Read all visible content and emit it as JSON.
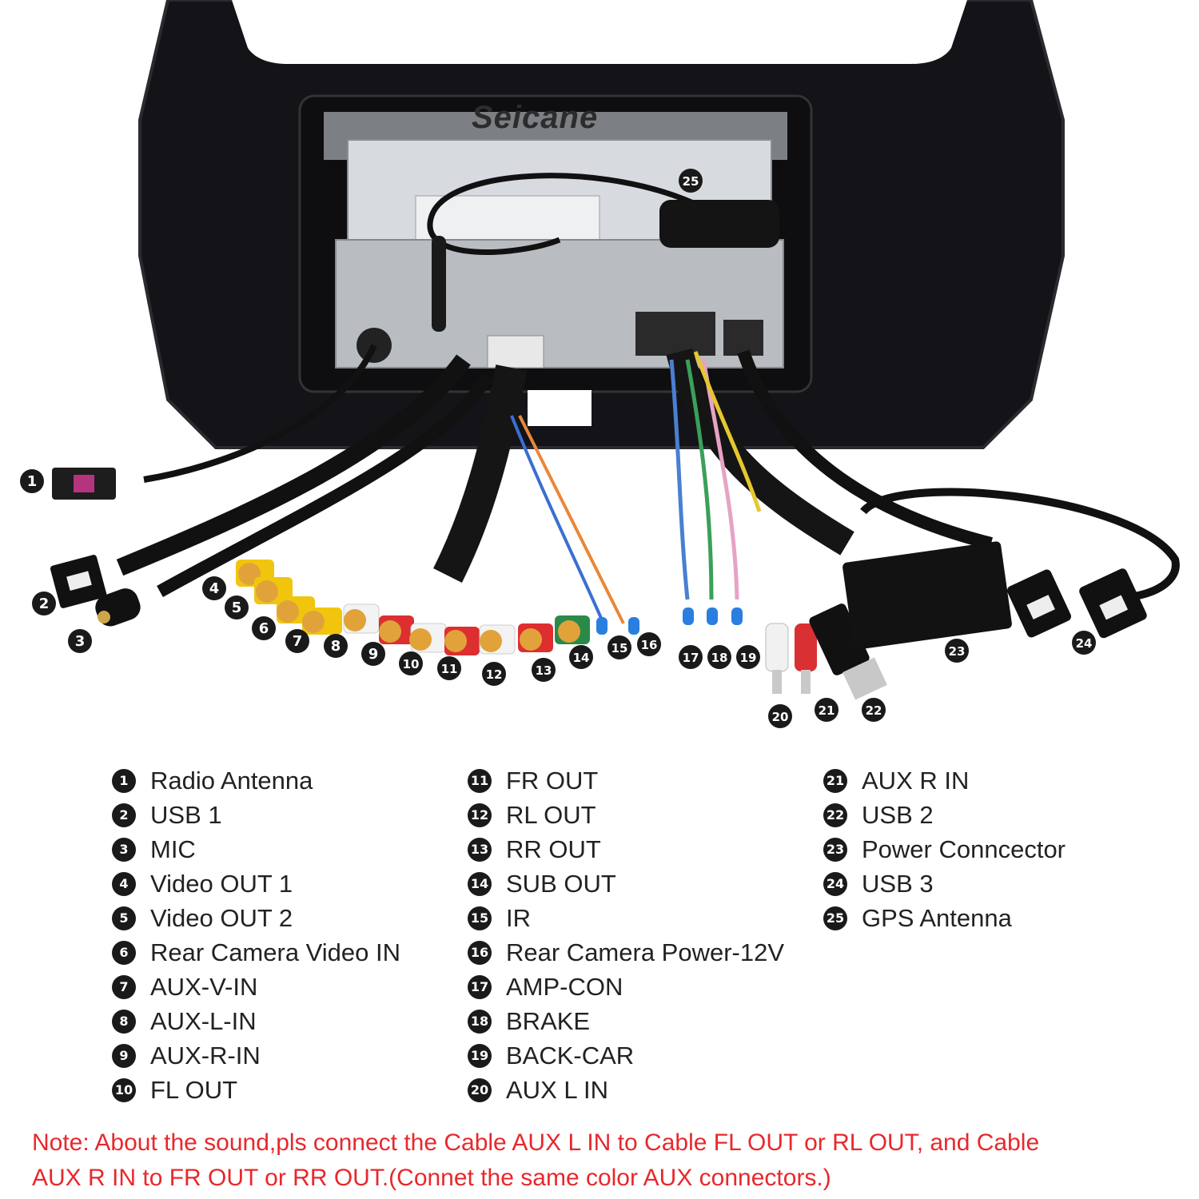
{
  "brand": "Seicane",
  "colors": {
    "note": "#e8282c",
    "badge": "#1a1a1a",
    "label": "#222222"
  },
  "photo_labels": [
    "1",
    "2",
    "3",
    "4",
    "5",
    "6",
    "7",
    "8",
    "9",
    "10",
    "11",
    "12",
    "13",
    "14",
    "15",
    "16",
    "17",
    "18",
    "19",
    "20",
    "21",
    "22",
    "23",
    "24",
    "25"
  ],
  "legend": {
    "col1": [
      {
        "num": "1",
        "label": "Radio Antenna"
      },
      {
        "num": "2",
        "label": "USB 1"
      },
      {
        "num": "3",
        "label": "MIC"
      },
      {
        "num": "4",
        "label": "Video OUT 1"
      },
      {
        "num": "5",
        "label": "Video OUT 2"
      },
      {
        "num": "6",
        "label": "Rear Camera Video IN"
      },
      {
        "num": "7",
        "label": "AUX-V-IN"
      },
      {
        "num": "8",
        "label": "AUX-L-IN"
      },
      {
        "num": "9",
        "label": "AUX-R-IN"
      },
      {
        "num": "10",
        "label": "FL OUT"
      }
    ],
    "col2": [
      {
        "num": "11",
        "label": "FR OUT"
      },
      {
        "num": "12",
        "label": "RL OUT"
      },
      {
        "num": "13",
        "label": "RR OUT"
      },
      {
        "num": "14",
        "label": "SUB OUT"
      },
      {
        "num": "15",
        "label": "IR"
      },
      {
        "num": "16",
        "label": "Rear Camera Power-12V"
      },
      {
        "num": "17",
        "label": "AMP-CON"
      },
      {
        "num": "18",
        "label": "BRAKE"
      },
      {
        "num": "19",
        "label": "BACK-CAR"
      },
      {
        "num": "20",
        "label": "AUX L IN"
      }
    ],
    "col3": [
      {
        "num": "21",
        "label": "AUX R IN"
      },
      {
        "num": "22",
        "label": "USB 2"
      },
      {
        "num": "23",
        "label": "Power Conncector"
      },
      {
        "num": "24",
        "label": "USB 3"
      },
      {
        "num": "25",
        "label": "GPS Antenna"
      }
    ]
  },
  "note": {
    "line1": "Note: About the sound,pls connect the Cable AUX L IN to Cable FL OUT or RL OUT, and Cable",
    "line2": "AUX R IN to FR OUT or RR OUT.(Connet the same color AUX connectors.)"
  }
}
